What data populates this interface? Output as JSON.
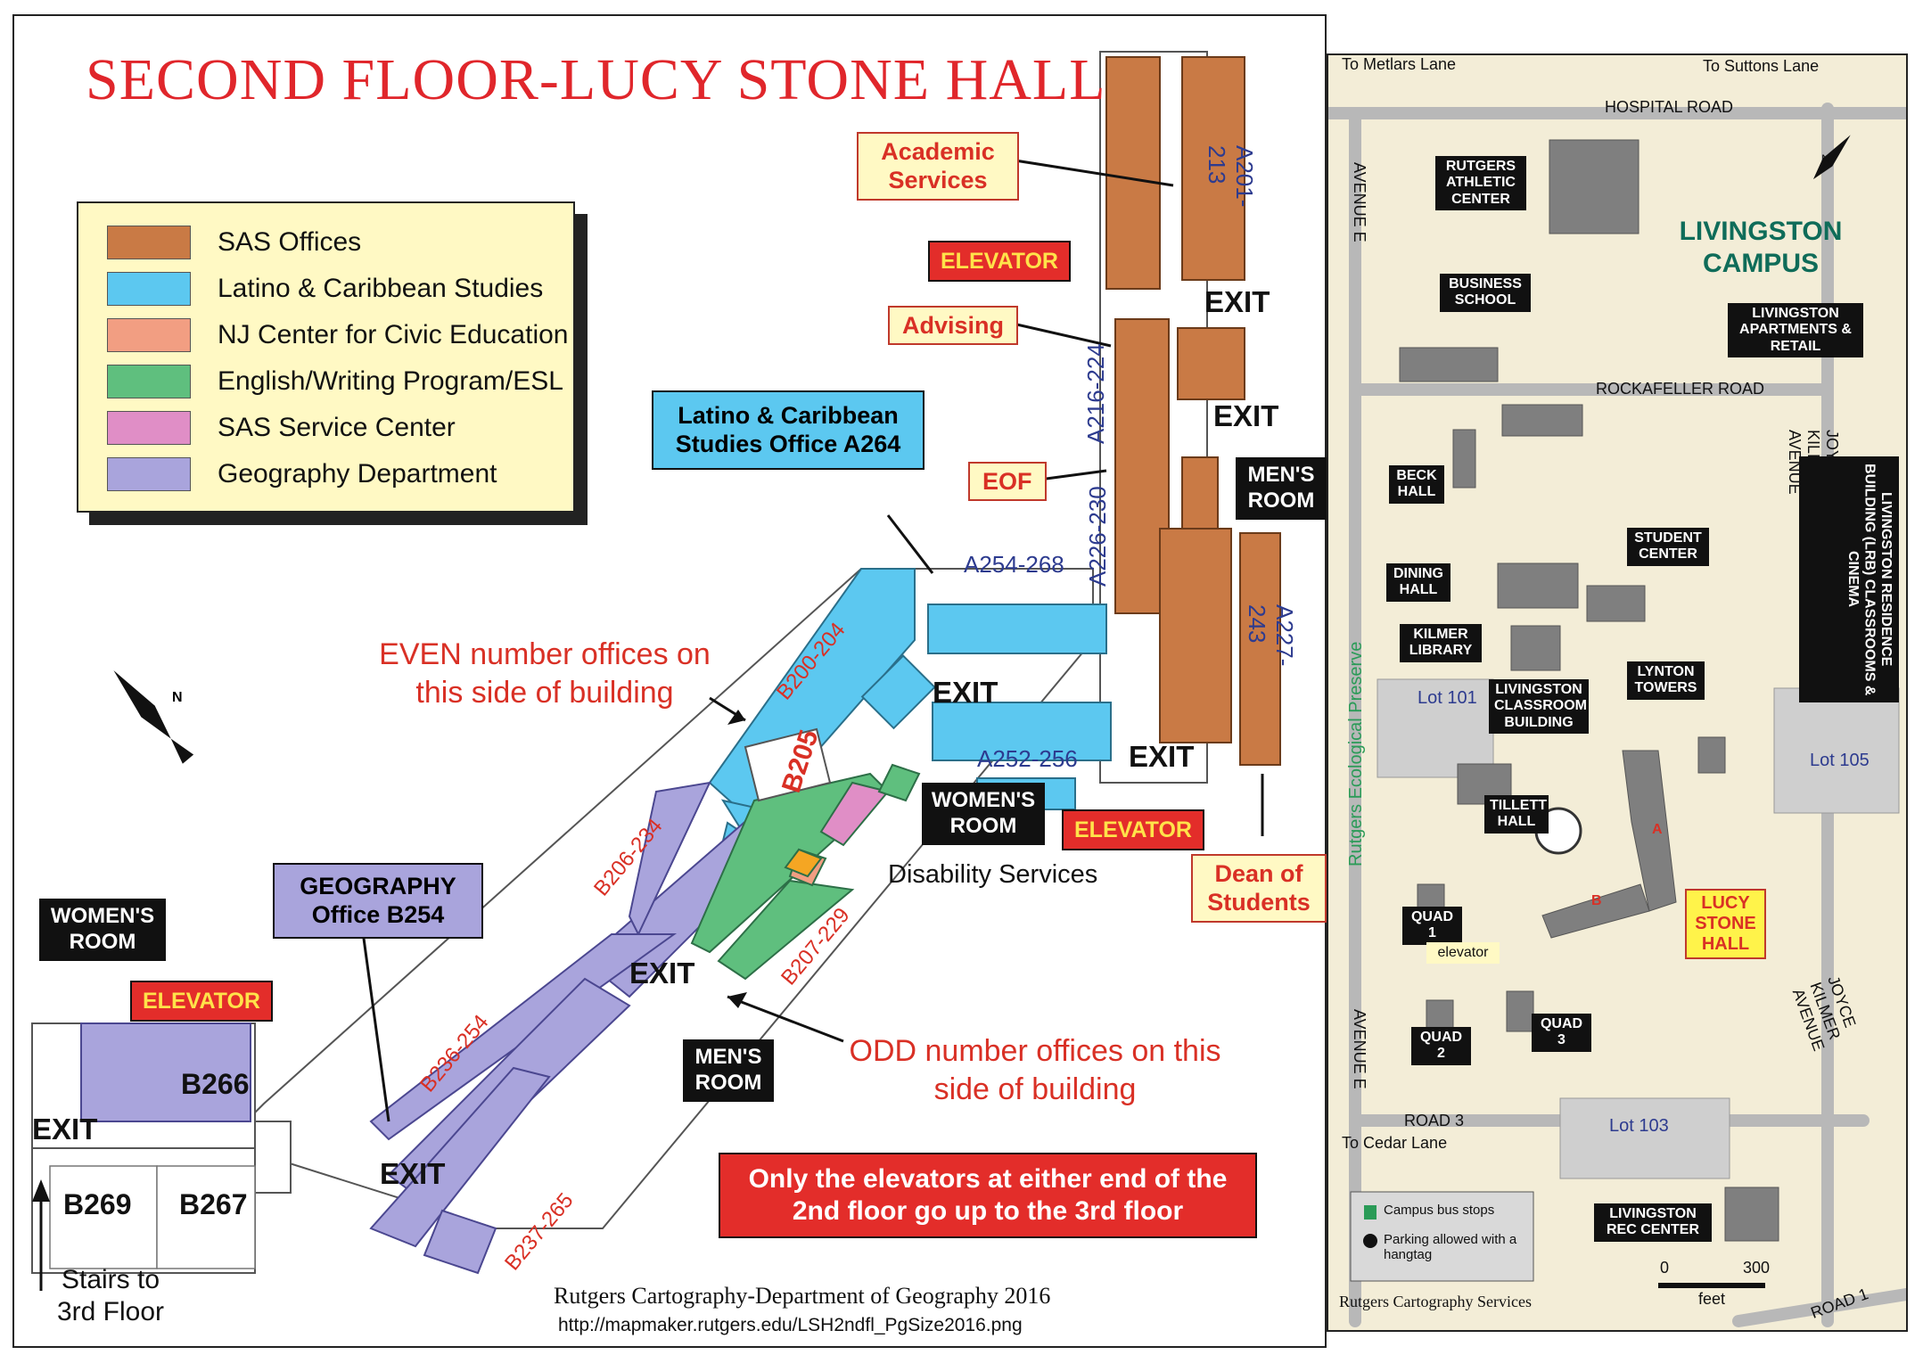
{
  "title": "SECOND FLOOR-LUCY STONE HALL",
  "legend": [
    {
      "label": "SAS Offices",
      "color": "#c97a45"
    },
    {
      "label": "Latino & Caribbean Studies",
      "color": "#5cc8f0"
    },
    {
      "label": "NJ Center for Civic Education",
      "color": "#f29e82"
    },
    {
      "label": "English/Writing Program/ESL",
      "color": "#5fbf7e"
    },
    {
      "label": "SAS Service Center",
      "color": "#e08ec6"
    },
    {
      "label": "Geography Department",
      "color": "#a9a4dc"
    }
  ],
  "callouts": {
    "academic_services": "Academic Services",
    "elevator_top": "ELEVATOR",
    "advising": "Advising",
    "eof": "EOF",
    "latino_office": "Latino & Caribbean Studies Office A264",
    "geography_office": "GEOGRAPHY Office B254",
    "elevator_left": "ELEVATOR",
    "elevator_right": "ELEVATOR",
    "dean": "Dean of Students",
    "disability": "Disability Services",
    "mens_top": "MEN'S ROOM",
    "womens_mid": "WOMEN'S ROOM",
    "womens_left": "WOMEN'S ROOM",
    "mens_bottom": "MEN'S ROOM",
    "stairs": "Stairs to 3rd Floor"
  },
  "exits": [
    "EXIT",
    "EXIT",
    "EXIT",
    "EXIT",
    "EXIT",
    "EXIT",
    "EXIT"
  ],
  "rooms": {
    "a201": "A201-213",
    "a216": "A216-224",
    "a226": "A226-230",
    "a227": "A227-243",
    "a254": "A254-268",
    "a252": "A252-256",
    "b200": "B200-204",
    "b206": "B206-234",
    "b236": "B236-254",
    "b207": "B207-229",
    "b237": "B237-265",
    "b205": "B205",
    "b266": "B266",
    "b269": "B269",
    "b267": "B267"
  },
  "notes": {
    "even": "EVEN number offices on this side of building",
    "odd": "ODD number offices on this side of building",
    "elevators": "Only the elevators at either end of the 2nd floor go up to the 3rd floor",
    "credit": "Rutgers Cartography-Department of Geography 2016",
    "url": "http://mapmaker.rutgers.edu/LSH2ndfl_PgSize2016.png",
    "north": "N"
  },
  "campus": {
    "to_metlars": "To Metlars Lane",
    "to_suttons": "To Suttons Lane",
    "hospital_road": "HOSPITAL   ROAD",
    "avenue_e_top": "AVENUE E",
    "avenue_e_bottom": "AVENUE E",
    "rockafeller": "ROCKAFELLER   ROAD",
    "joyce_kilmer_top": "JOYCE KILMER AVENUE",
    "joyce_kilmer_bottom": "JOYCE KILMER AVENUE",
    "road3": "ROAD 3",
    "road1": "ROAD 1",
    "to_cedar": "To Cedar Lane",
    "title": "LIVINGSTON CAMPUS",
    "preserve": "Rutgers Ecological Preserve",
    "athletic": "RUTGERS ATHLETIC CENTER",
    "business": "BUSINESS SCHOOL",
    "apartments": "LIVINGSTON APARTMENTS & RETAIL",
    "beck": "BECK HALL",
    "student_center": "STUDENT CENTER",
    "dining": "DINING HALL",
    "kilmer": "KILMER LIBRARY",
    "lynton": "LYNTON TOWERS",
    "classroom": "LIVINGSTON CLASSROOM BUILDING",
    "tillett": "TILLETT HALL",
    "lrb": "LIVINGSTON RESIDENCE BUILDING (LRB) CLASSROOMS & CINEMA",
    "quad1": "QUAD 1",
    "quad2": "QUAD 2",
    "quad3": "QUAD 3",
    "elevator": "elevator",
    "lucy": "LUCY STONE HALL",
    "rec": "LIVINGSTON REC CENTER",
    "lot101": "Lot 101",
    "lot105": "Lot 105",
    "lot103": "Lot 103",
    "wing_a": "A",
    "wing_b": "B",
    "bus_stops": "Campus bus stops",
    "parking": "Parking allowed with a hangtag",
    "scale_0": "0",
    "scale_300": "300",
    "scale_unit": "feet",
    "credit": "Rutgers Cartography Services",
    "north": "N"
  }
}
